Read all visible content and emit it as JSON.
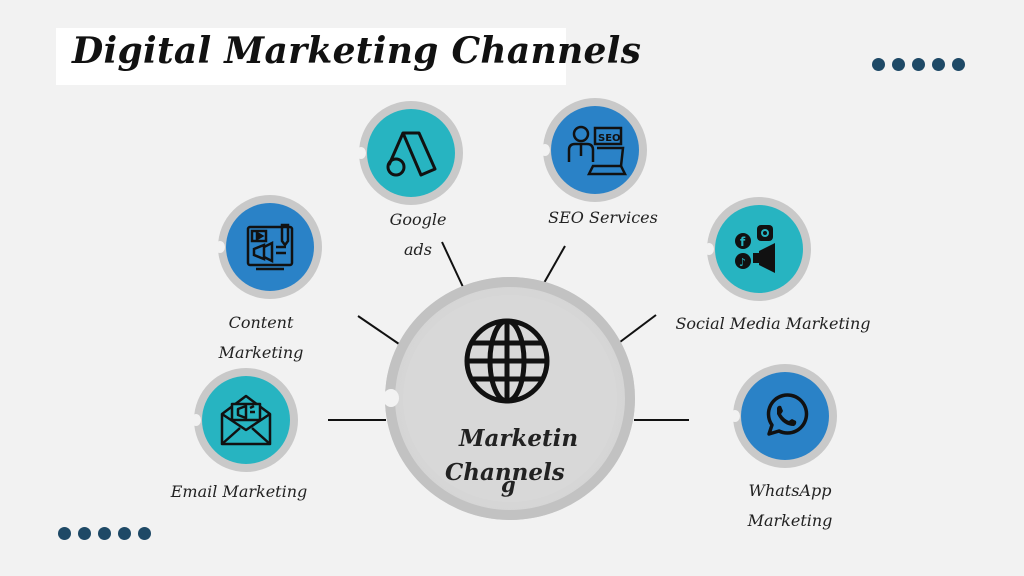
{
  "title": "Digital Marketing Channels",
  "hub": {
    "line1": "Marketin",
    "line2": "Channels",
    "line3": "g"
  },
  "nodes": {
    "google_ads": {
      "line1": "Google",
      "line2": "ads",
      "icon": "google-ads-icon",
      "color": "#27b4c1"
    },
    "seo": {
      "label": "SEO Services",
      "icon": "seo-icon",
      "color": "#2a82c7"
    },
    "content": {
      "line1": "Content",
      "line2": "Marketing",
      "icon": "content-marketing-icon",
      "color": "#2a82c7"
    },
    "social": {
      "label": "Social Media Marketing",
      "icon": "social-media-icon",
      "color": "#27b4c1"
    },
    "email": {
      "label": "Email Marketing",
      "icon": "email-icon",
      "color": "#27b4c1"
    },
    "whatsapp": {
      "line1": "WhatsApp",
      "line2": "Marketing",
      "icon": "whatsapp-icon",
      "color": "#2a82c7"
    }
  },
  "colors": {
    "dots": "#1e4966",
    "teal": "#27b4c1",
    "blue": "#2a82c7"
  }
}
